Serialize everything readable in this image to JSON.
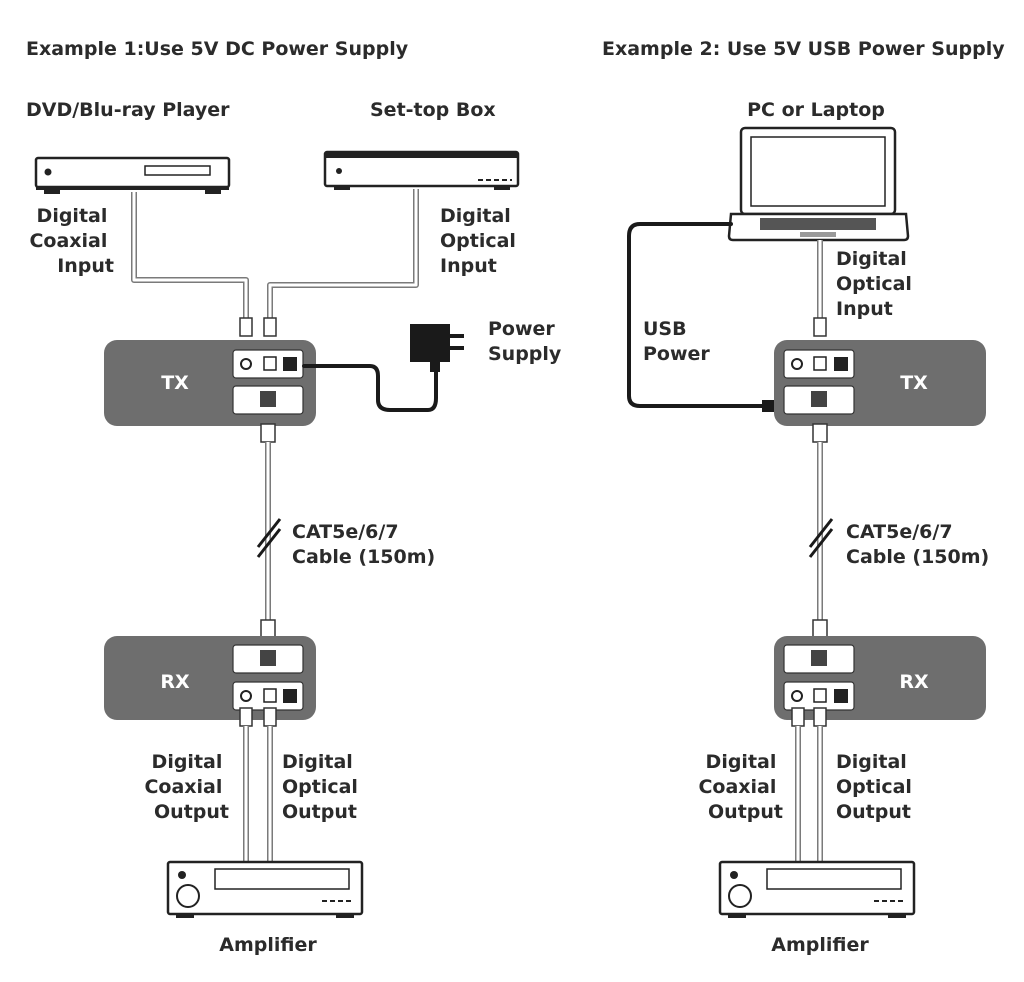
{
  "colors": {
    "unit_fill": "#6e6e6e",
    "unit_text": "#ffffff",
    "cable": "#7a7a7a",
    "text": "#2b2b2b"
  },
  "example1": {
    "title": "Example 1:Use 5V DC Power Supply",
    "source_left": "DVD/Blu-ray Player",
    "source_right": "Set-top Box",
    "coax_in": [
      "Digital",
      "Coaxial",
      "Input"
    ],
    "optical_in": [
      "Digital",
      "Optical",
      "Input"
    ],
    "power": [
      "Power",
      "Supply"
    ],
    "tx": "TX",
    "rx": "RX",
    "cable": [
      "CAT5e/6/7",
      "Cable (150m)"
    ],
    "coax_out": [
      "Digital",
      "Coaxial",
      "Output"
    ],
    "optical_out": [
      "Digital",
      "Optical",
      "Output"
    ],
    "sink": "Amplifier"
  },
  "example2": {
    "title": "Example 2: Use 5V USB Power Supply",
    "source": "PC or Laptop",
    "optical_in": [
      "Digital",
      "Optical",
      "Input"
    ],
    "usb_power": [
      "USB",
      "Power"
    ],
    "tx": "TX",
    "rx": "RX",
    "cable": [
      "CAT5e/6/7",
      "Cable (150m)"
    ],
    "coax_out": [
      "Digital",
      "Coaxial",
      "Output"
    ],
    "optical_out": [
      "Digital",
      "Optical",
      "Output"
    ],
    "sink": "Amplifier"
  }
}
